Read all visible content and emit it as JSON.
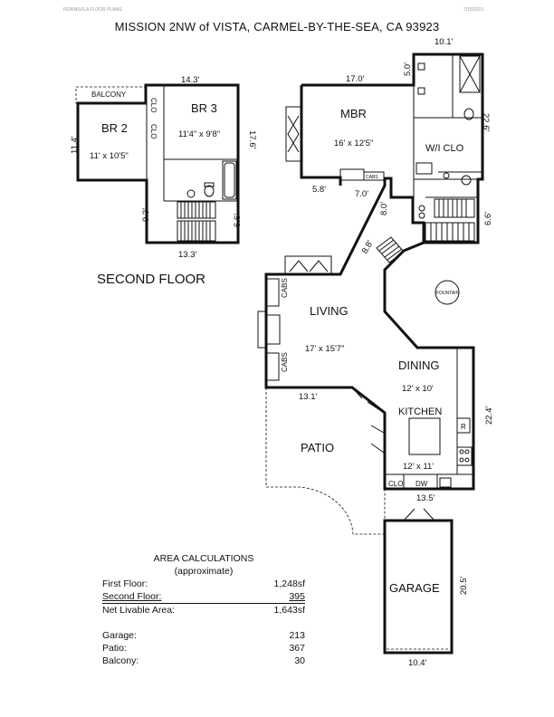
{
  "header": {
    "brand": "PENINSULA FLOOR PLANS",
    "date": "7/15/2021",
    "title": "MISSION 2NW of VISTA, CARMEL-BY-THE-SEA, CA 93923"
  },
  "second_floor": {
    "label": "SECOND FLOOR",
    "balcony": "BALCONY",
    "clo1": "CLO",
    "clo2": "CLO",
    "br2": {
      "name": "BR 2",
      "size": "11' x 10'5\""
    },
    "br3": {
      "name": "BR 3",
      "size": "11'4\" x 9'8\""
    },
    "dims": {
      "top": "14.3'",
      "left": "11.4'",
      "right": "17.6'",
      "stair_left": "9.3'",
      "stair_right": "6.6'",
      "bottom": "13.3'"
    }
  },
  "first_floor": {
    "mbr": {
      "name": "MBR",
      "size": "16' x 12'5\""
    },
    "wic": "W/I CLO",
    "cabs_mbr": "CABS",
    "living": {
      "name": "LIVING",
      "size": "17' x 15'7\""
    },
    "cabs_left1": "CABS",
    "cabs_left2": "CABS",
    "dining": {
      "name": "DINING",
      "size": "12' x 10'"
    },
    "kitchen": {
      "name": "KITCHEN",
      "size": "12' x 11'"
    },
    "fridge": "R",
    "clo": "CLO",
    "dw": "DW",
    "fountain": "FOUNTAIN",
    "patio": "PATIO",
    "garage": "GARAGE",
    "dims": {
      "top_wing": "10.1'",
      "mbr_top": "17.0'",
      "bath_left": "5.0'",
      "right_wing": "22.6'",
      "mbr_left": "5.8'",
      "mbr_bottom": "7.0'",
      "diag1": "8.0'",
      "diag2": "8.8'",
      "stair_right": "6.6'",
      "living_bottom": "13.1'",
      "dining_right": "22.4'",
      "garage_top": "13.5'",
      "garage_right": "20.5'",
      "garage_bottom": "10.4'"
    }
  },
  "area": {
    "title": "AREA CALCULATIONS",
    "subtitle": "(approximate)",
    "rows": [
      {
        "label": "First Floor:",
        "value": "1,248sf"
      },
      {
        "label": "Second Floor:",
        "value": "395"
      },
      {
        "label": "Net Livable Area:",
        "value": "1,643sf"
      }
    ],
    "extras": [
      {
        "label": "Garage:",
        "value": "213"
      },
      {
        "label": "Patio:",
        "value": "367"
      },
      {
        "label": "Balcony:",
        "value": "30"
      }
    ]
  }
}
